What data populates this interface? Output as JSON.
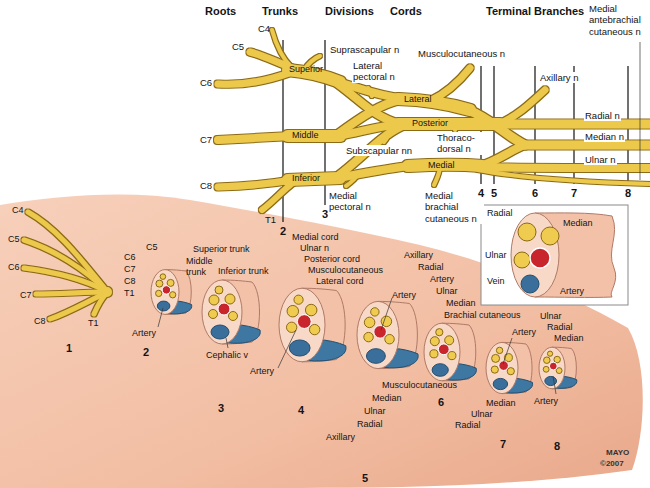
{
  "diagram": {
    "labels": [
      "Roots",
      "Trunks",
      "Divisions",
      "Cords",
      "Terminal Branches",
      "Medial antebrachial cutaneous n",
      "C4",
      "C5",
      "Suprascapular n",
      "Musculocutaneous n",
      "Superior",
      "C6",
      "Lateral pectoral n",
      "Axillary n",
      "Lateral",
      "Radial n",
      "Posterior",
      "Middle",
      "C7",
      "Median n",
      "Thoraco-dorsal n",
      "Subscapular nn",
      "Ulnar n",
      "Medial",
      "Inferior",
      "C8",
      "Medial pectoral n",
      "Medial brachial cutaneous n",
      "T1",
      "2",
      "3",
      "4",
      "5",
      "6",
      "7",
      "8",
      "Radial",
      "Median",
      "Ulnar",
      "Vein",
      "Artery",
      "C4",
      "C5",
      "C6",
      "C7",
      "C8",
      "T1",
      "1",
      "C6",
      "C5",
      "C7",
      "C8",
      "T1",
      "Artery",
      "2",
      "Superior trunk",
      "Middle trunk",
      "Inferior trunk",
      "Cephalic v",
      "3",
      "Medial cord",
      "Ulnar n",
      "Posterior cord",
      "Musculocutaneous",
      "Lateral cord",
      "Artery",
      "4",
      "Artery",
      "Musculocutaneous",
      "Median",
      "Ulnar",
      "Radial",
      "Axillary",
      "5",
      "Axillary",
      "Radial",
      "Artery",
      "Ulnar",
      "Median",
      "Brachial cutaneous",
      "6",
      "Artery",
      "Median",
      "Ulnar",
      "Radial",
      "7",
      "Ulnar",
      "Radial",
      "Median",
      "Artery",
      "8",
      "MAYO",
      "©2007"
    ]
  }
}
